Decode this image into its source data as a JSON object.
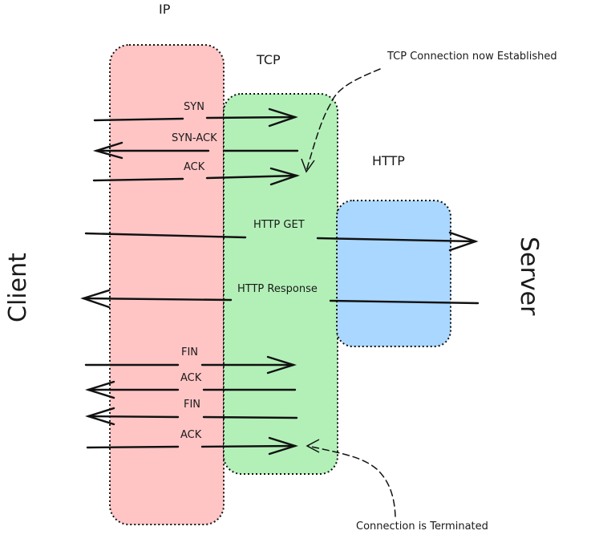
{
  "layers": {
    "ip": {
      "label": "IP",
      "color": "#ffc5c5"
    },
    "tcp": {
      "label": "TCP",
      "color": "#b3f0b8"
    },
    "http": {
      "label": "HTTP",
      "color": "#a9d7ff"
    }
  },
  "endpoints": {
    "client": "Client",
    "server": "Server"
  },
  "messages": {
    "syn": "SYN",
    "syn_ack": "SYN-ACK",
    "ack1": "ACK",
    "http_get": "HTTP GET",
    "http_response": "HTTP Response",
    "fin1": "FIN",
    "ack2": "ACK",
    "fin2": "FIN",
    "ack3": "ACK"
  },
  "annotations": {
    "established": "TCP Connection now Established",
    "terminated": "Connection is Terminated"
  }
}
